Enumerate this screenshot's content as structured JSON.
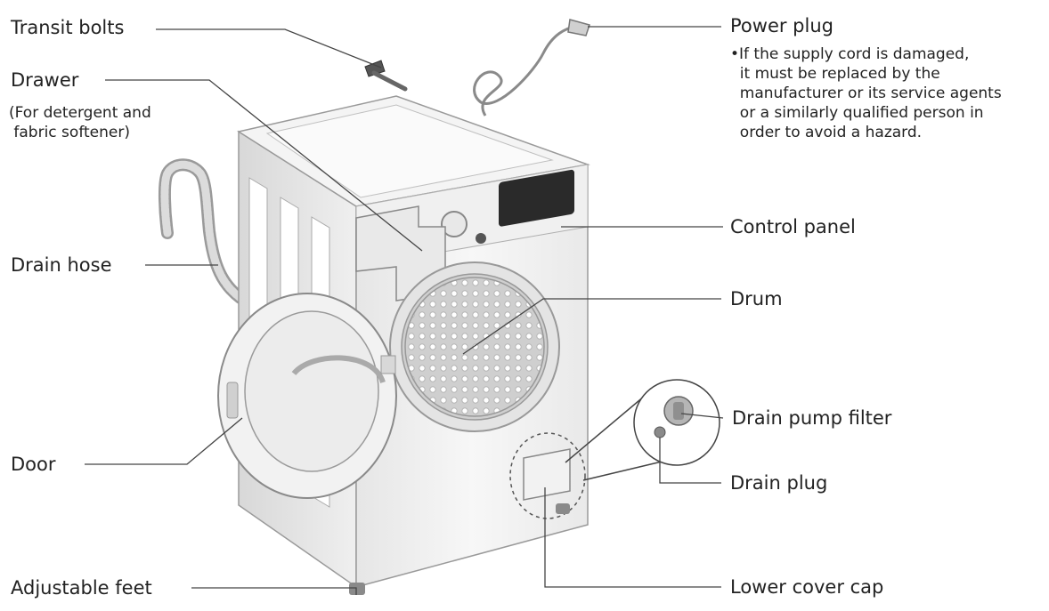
{
  "labels": {
    "transit_bolts": "Transit bolts",
    "drawer": "Drawer",
    "drawer_note": "(For detergent and\n fabric softener)",
    "drain_hose": "Drain hose",
    "door": "Door",
    "adjustable_feet": "Adjustable feet",
    "power_plug": "Power plug",
    "power_plug_note": "•If the supply cord is damaged,\n  it must be replaced by the\n  manufacturer or its service agents\n  or a similarly qualified person in\n  order to avoid a hazard.",
    "control_panel": "Control panel",
    "drum": "Drum",
    "drain_pump_filter": "Drain pump filter",
    "drain_plug": "Drain plug",
    "lower_cover_cap": "Lower cover cap"
  },
  "colors": {
    "line": "#444444",
    "body": "#f2f2f2",
    "outline": "#9a9a9a",
    "panel": "#2a2a2a",
    "hose": "#c8c8c8"
  }
}
